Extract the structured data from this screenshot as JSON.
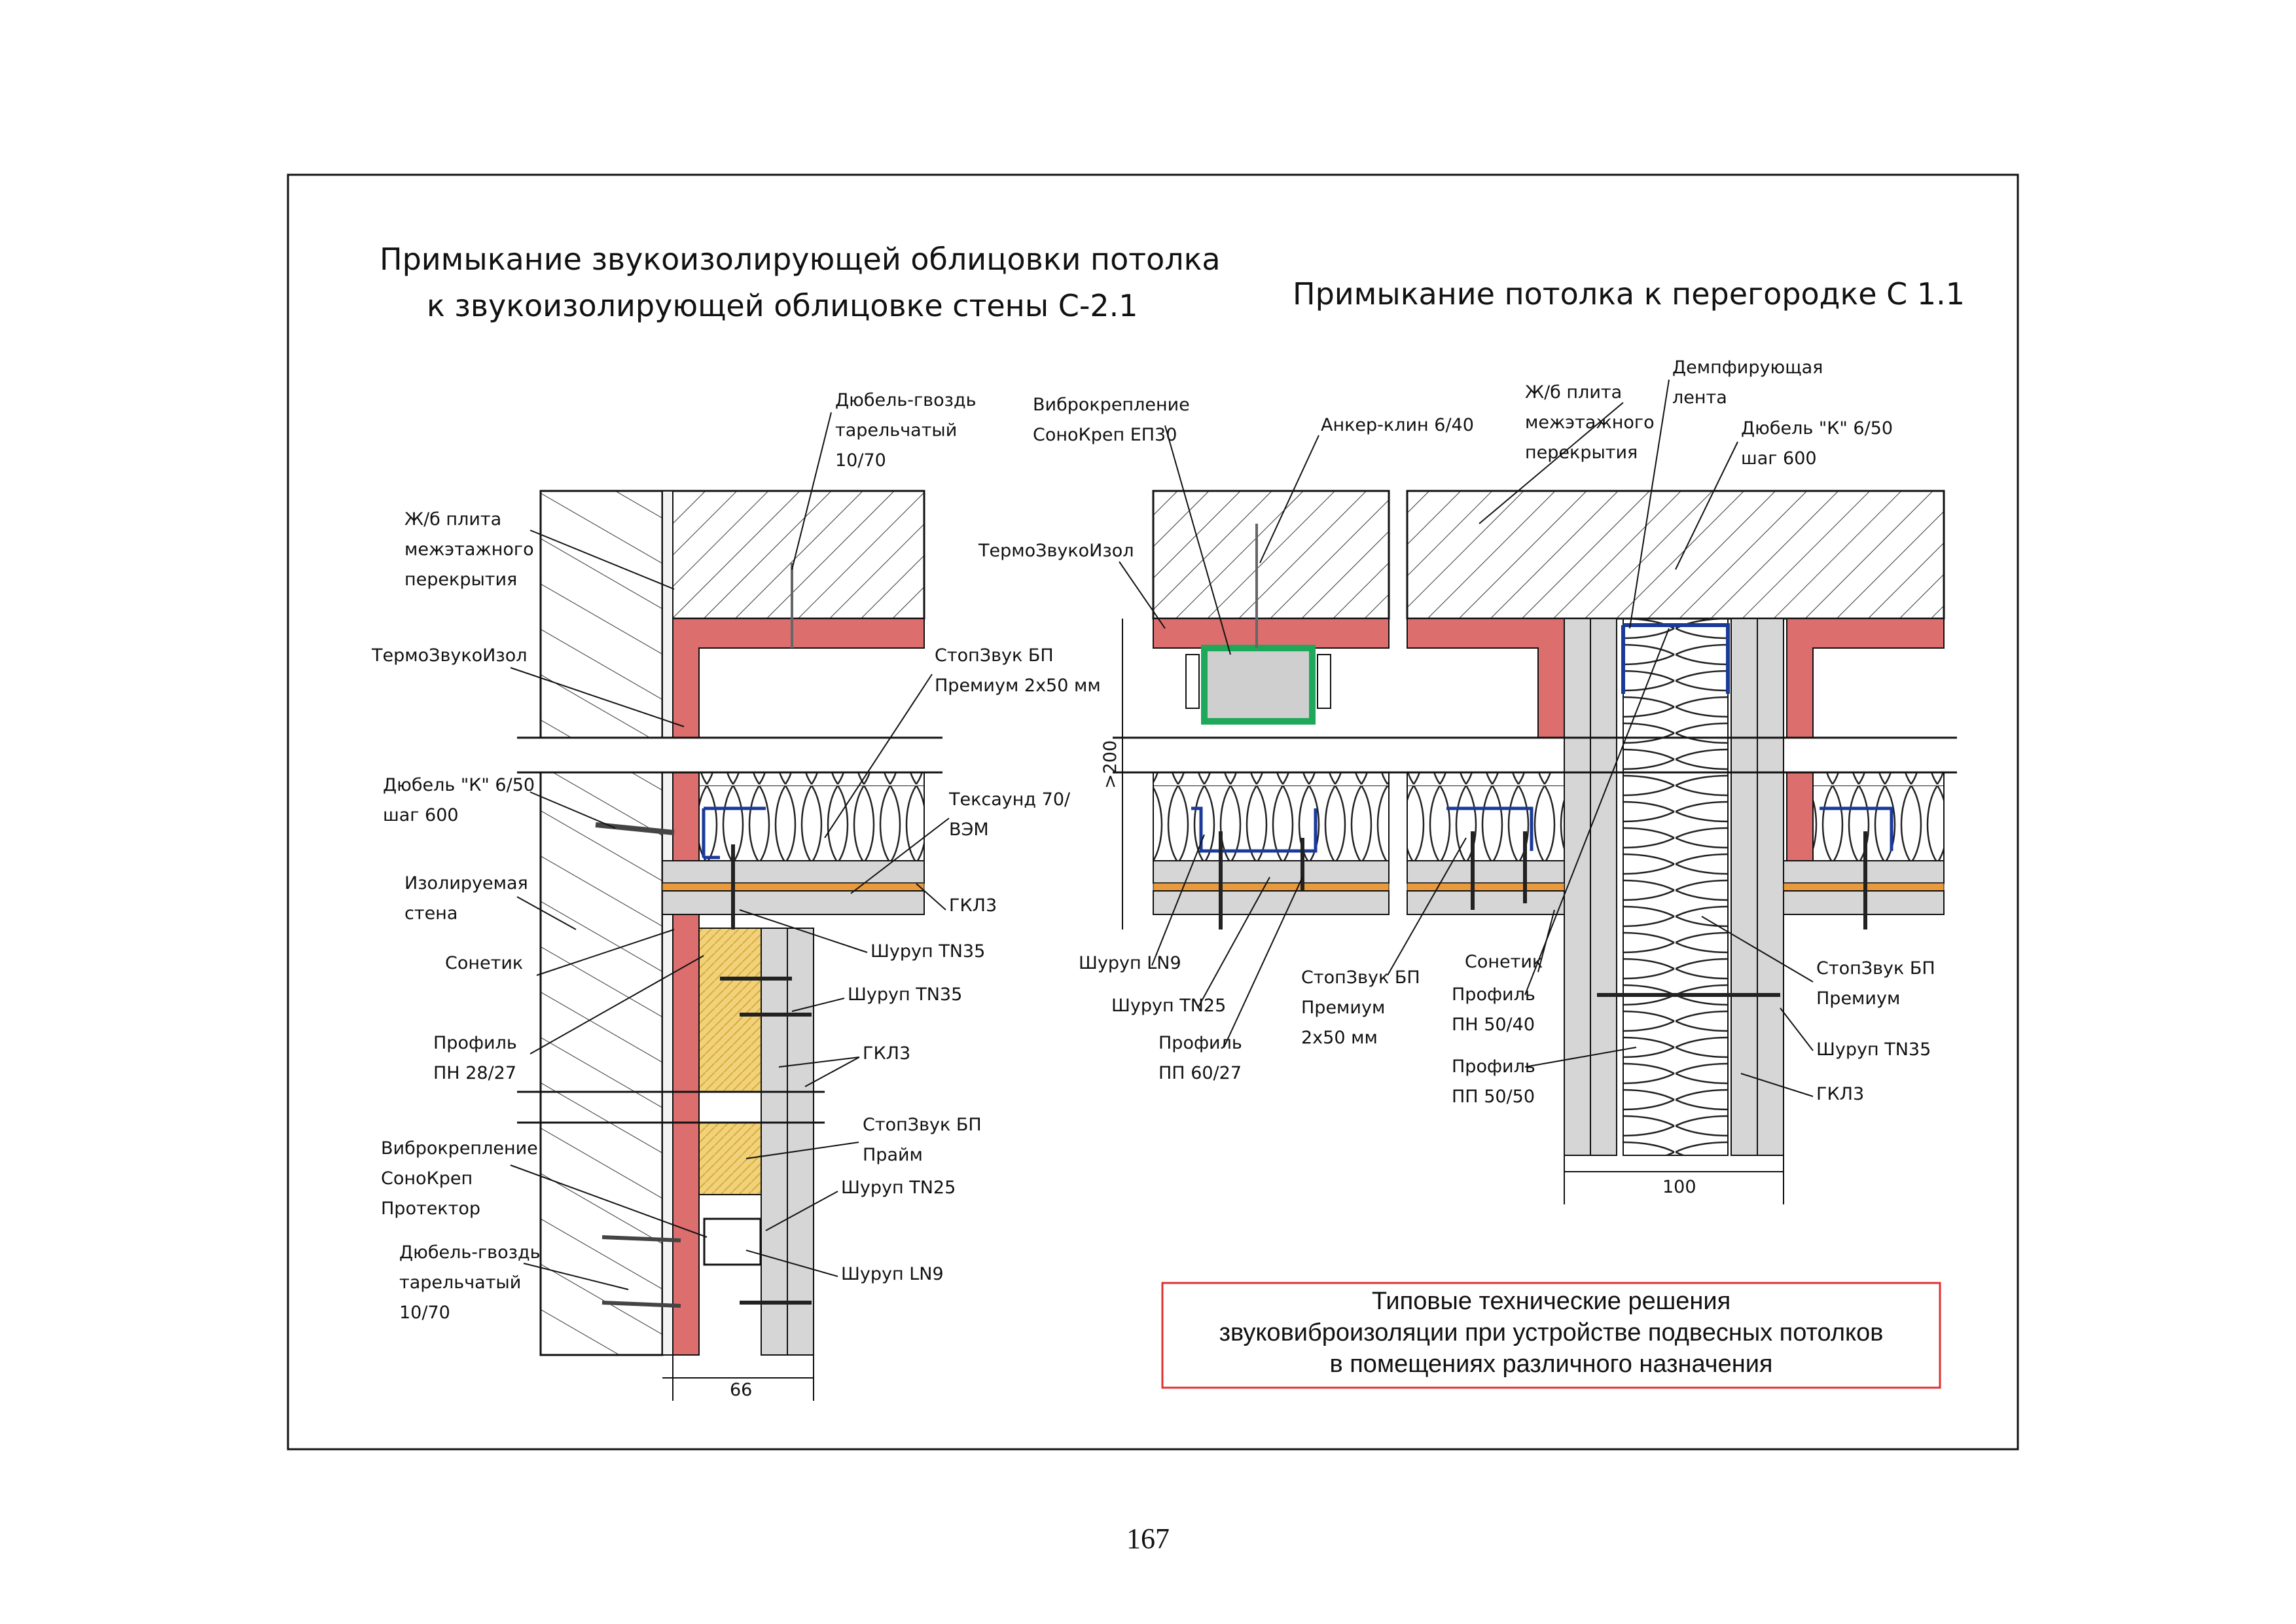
{
  "titles": {
    "left_line1": "Примыкание звукоизолирующей облицовки потолка",
    "left_line2": "к звукоизолирующей облицовке стены С-2.1",
    "right": "Примыкание потолка к перегородке С 1.1"
  },
  "left_labels": {
    "dowel_nail_top_1": "Дюбель-гвоздь",
    "dowel_nail_top_2": "тарельчатый",
    "dowel_nail_top_3": "10/70",
    "slab_1": "Ж/б плита",
    "slab_2": "межэтажного",
    "slab_3": "перекрытия",
    "thermo": "ТермоЗвукоИзол",
    "stopzvuk_1": "СтопЗвук БП",
    "stopzvuk_2": "Премиум 2х50 мм",
    "dowel_k_1": "Дюбель \"К\" 6/50",
    "dowel_k_2": "шаг 600",
    "texsound_1": "Тексаунд 70/",
    "texsound_2": "ВЭМ",
    "wall_1": "Изолируемая",
    "wall_2": "стена",
    "gkl_top": "ГКЛ3",
    "sonetic": "Сонетик",
    "screw_tn35_a": "Шуруп TN35",
    "screw_tn35_b": "Шуруп TN35",
    "profile_1": "Профиль",
    "profile_2": "ПН 28/27",
    "gkl_mid": "ГКЛ3",
    "stopzvuk_prime_1": "СтопЗвук БП",
    "stopzvuk_prime_2": "Прайм",
    "vibro_1": "Виброкрепление",
    "vibro_2": "СоноКреп",
    "vibro_3": "Протектор",
    "screw_tn25": "Шуруп TN25",
    "dowel_nail_bot_1": "Дюбель-гвоздь",
    "dowel_nail_bot_2": "тарельчатый",
    "dowel_nail_bot_3": "10/70",
    "screw_ln9": "Шуруп LN9",
    "dim_66": "66"
  },
  "right_labels": {
    "vibro_1": "Виброкрепление",
    "vibro_2": "СоноКреп ЕП30",
    "anchor": "Анкер-клин 6/40",
    "slab_1": "Ж/б плита",
    "slab_2": "межэтажного",
    "slab_3": "перекрытия",
    "damp_1": "Демпфирующая",
    "damp_2": "лента",
    "dowel_k_1": "Дюбель \"К\" 6/50",
    "dowel_k_2": "шаг 600",
    "thermo": "ТермоЗвукоИзол",
    "dim_200": ">200",
    "screw_ln9": "Шуруп LN9",
    "screw_tn25": "Шуруп TN25",
    "profile_pp_1": "Профиль",
    "profile_pp_2": "ПП 60/27",
    "stopzvuk_1": "СтопЗвук БП",
    "stopzvuk_2": "Премиум",
    "stopzvuk_3": "2х50 мм",
    "sonetic": "Сонетик",
    "profile_pn_1": "Профиль",
    "profile_pn_2": "ПН 50/40",
    "profile_pp50_1": "Профиль",
    "profile_pp50_2": "ПП 50/50",
    "stopzvuk_p_1": "СтопЗвук БП",
    "stopzvuk_p_2": "Премиум",
    "screw_tn35": "Шуруп TN35",
    "gkl": "ГКЛ3",
    "dim_100": "100"
  },
  "caption_box": {
    "line1": "Типовые технические решения",
    "line2": "звуковиброизоляции при устройстве подвесных потолков",
    "line3": "в помещениях различного назначения"
  },
  "page_number": "167",
  "colors": {
    "thermo_red": "#dd6e6e",
    "gkl_gray": "#d6d6d6",
    "orange_layer": "#e89a3c",
    "yellow_fill": "#f1d27a",
    "green": "#1fa85a",
    "caption_border": "#e03030"
  }
}
